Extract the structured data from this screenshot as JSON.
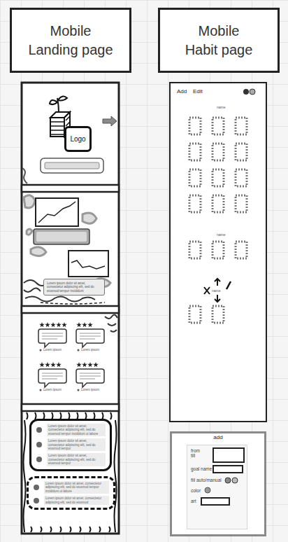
{
  "diagram": {
    "nodes": [
      {
        "text": [
          "Mobile Landing page"
        ]
      },
      {
        "text": [
          "Mobile Habit page"
        ]
      },
      {
        "text": [
          "Logo"
        ]
      },
      {
        "text": [
          "Lorem ipsum dolor sit amet, consectetur adipiscing elit, sed do eiusmod tempor incididunt"
        ]
      },
      {
        "text": [
          "Lorem ipsum dolor sit amet, consectetur adipiscing elit, sed do eiusmod tempor incididunt ut labore",
          "Lorem ipsum dolor sit amet, consectetur adipiscing elit, sed do eiusmod tempor",
          "Lorem ipsum dolor sit amet, consectetur adipiscing elit, sed do eiusmod tempor"
        ]
      },
      {
        "text": [
          "Lorem ipsum dolor sit amet, consectetur adipiscing elit, sed do eiusmod tempor incididunt ut labore",
          "Lorem ipsum dolor sit amet, consectetur adipiscing elit, sed do eiusmod"
        ]
      },
      {
        "text": [
          "add"
        ]
      },
      {
        "text": [
          "from till",
          "goal name",
          "fill auto/manual",
          "color",
          "art"
        ],
        "in": 6
      }
    ],
    "labels": [
      "Lorem ipsum",
      "Lorem ipsum",
      "Lorem ipsum",
      "Lorem ipsum",
      "Add",
      "Edit",
      "name",
      "name",
      "name"
    ]
  }
}
